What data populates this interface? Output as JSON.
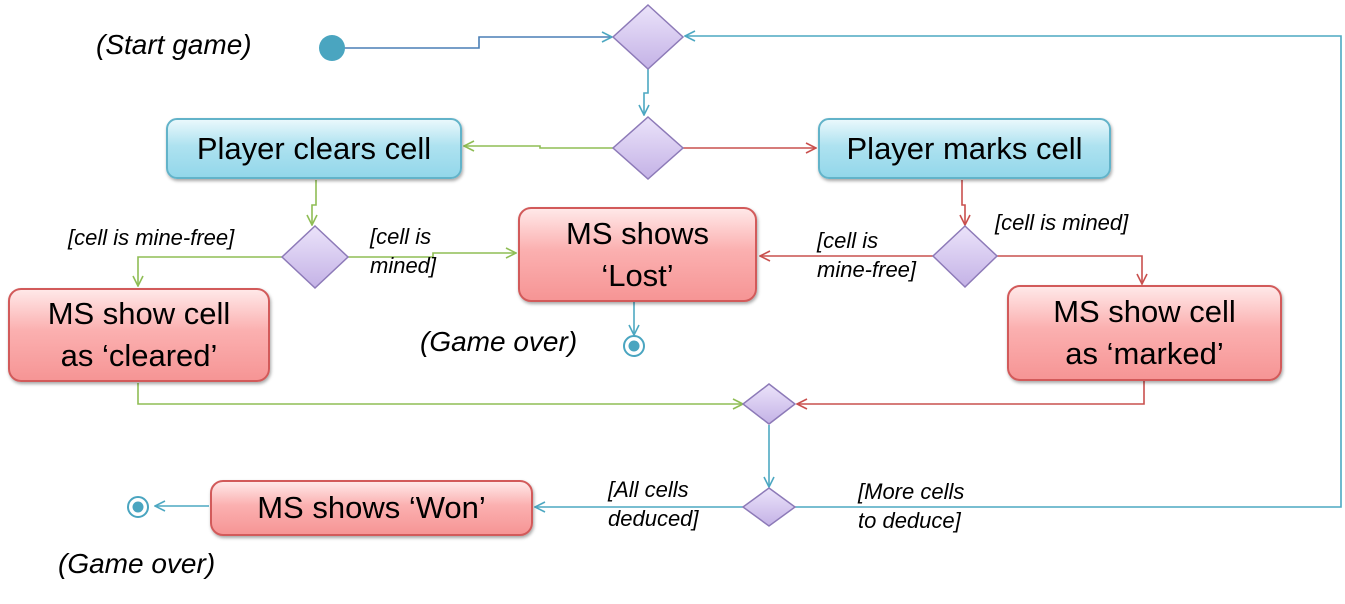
{
  "nodes": {
    "clear_cell": "Player clears cell",
    "mark_cell": "Player marks cell",
    "shows_lost": [
      "MS shows",
      "‘Lost’"
    ],
    "show_cleared": [
      "MS show cell",
      "as ‘cleared’"
    ],
    "show_marked": [
      "MS show cell",
      "as ‘marked’"
    ],
    "shows_won": "MS shows ‘Won’"
  },
  "labels": {
    "start_game": "(Start game)",
    "game_over_lost": "(Game over)",
    "game_over_won": "(Game over)"
  },
  "guards": {
    "clear_mine_free": "[cell is mine-free]",
    "clear_mined": [
      "[cell is",
      "mined]"
    ],
    "mark_mine_free": [
      "[cell is",
      "mine-free]"
    ],
    "mark_mined": "[cell is mined]",
    "all_deduced": [
      "[All cells",
      "deduced]"
    ],
    "more_to_deduce": [
      "[More cells",
      "to deduce]"
    ]
  },
  "colors": {
    "blue_flow": "#4da8c2",
    "green_flow": "#8fbd55",
    "red_flow": "#c9504e",
    "diamond_fill": "#d4c6ee",
    "diamond_stroke": "#8d7ab8",
    "start_node": "#4aa5c0"
  }
}
